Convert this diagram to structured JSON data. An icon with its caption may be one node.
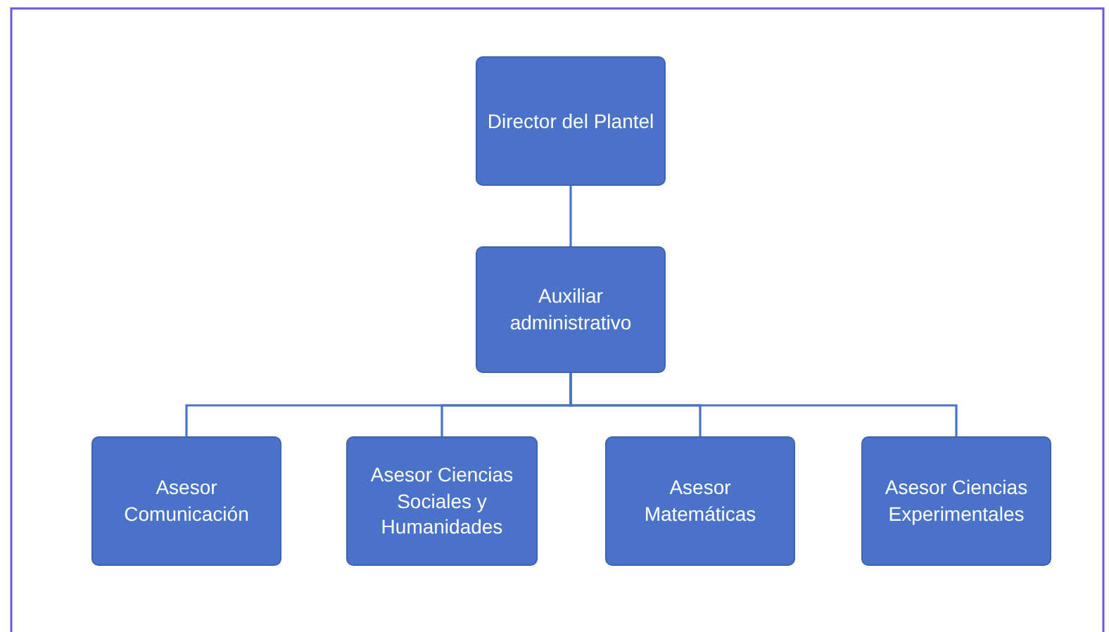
{
  "diagram": {
    "nodes": [
      {
        "text": [
          "Director del Plantel"
        ]
      },
      {
        "text": [
          "Auxiliar administrativo"
        ]
      },
      {
        "text": [
          "Asesor Comunicación"
        ]
      },
      {
        "text": [
          "Asesor Ciencias Sociales y Humanidades"
        ]
      },
      {
        "text": [
          "Asesor Matemáticas"
        ]
      },
      {
        "text": [
          "Asesor Ciencias Experimentales"
        ]
      }
    ],
    "edges": [
      {
        "from": 0,
        "to": 1,
        "arrow": "none"
      },
      {
        "from": 1,
        "to": 2,
        "arrow": "none"
      },
      {
        "from": 1,
        "to": 3,
        "arrow": "none"
      },
      {
        "from": 1,
        "to": 4,
        "arrow": "none"
      },
      {
        "from": 1,
        "to": 5,
        "arrow": "none"
      }
    ]
  }
}
